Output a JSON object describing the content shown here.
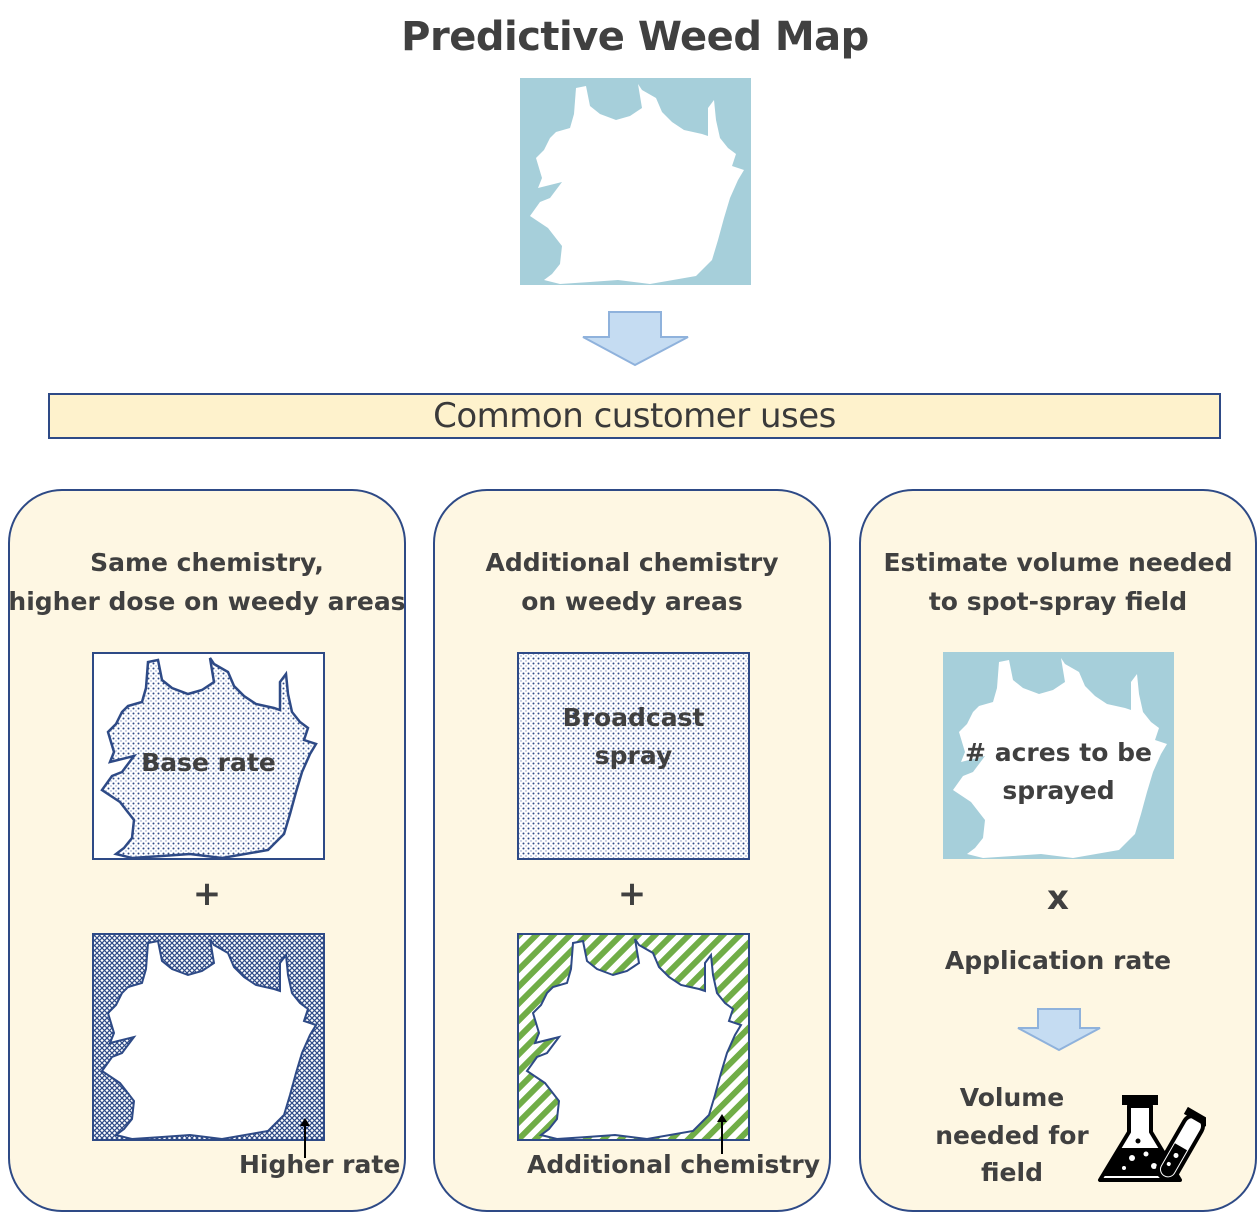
{
  "title": "Predictive Weed Map",
  "banner": "Common customer uses",
  "panels": [
    {
      "heading_line1": "Same chemistry,",
      "heading_line2": "higher dose on weedy areas",
      "map_label": "Base rate",
      "operator": "+",
      "bottom_label": "Higher rate"
    },
    {
      "heading_line1": "Additional chemistry",
      "heading_line2": "on weedy areas",
      "map_label_line1": "Broadcast",
      "map_label_line2": "spray",
      "operator": "+",
      "bottom_label": "Additional chemistry"
    },
    {
      "heading_line1": "Estimate volume needed",
      "heading_line2": "to spot-spray field",
      "map_label_line1": "# acres to be",
      "map_label_line2": "sprayed",
      "operator": "x",
      "rate_label": "Application rate",
      "result_line1": "Volume",
      "result_line2": "needed for",
      "result_line3": "field"
    }
  ],
  "colors": {
    "water_blue": "#a6cfda",
    "panel_fill": "#fef7e3",
    "banner_fill": "#fef2cc",
    "border_navy": "#2e4a86",
    "arrow_fill": "#c5dcf2",
    "arrow_stroke": "#8fb2dc",
    "stripe_green": "#70ad47",
    "dot_blue": "#2e4a86"
  },
  "icons": {
    "down_arrow": "down-arrow-icon",
    "flask": "flask-and-test-tube-icon"
  }
}
